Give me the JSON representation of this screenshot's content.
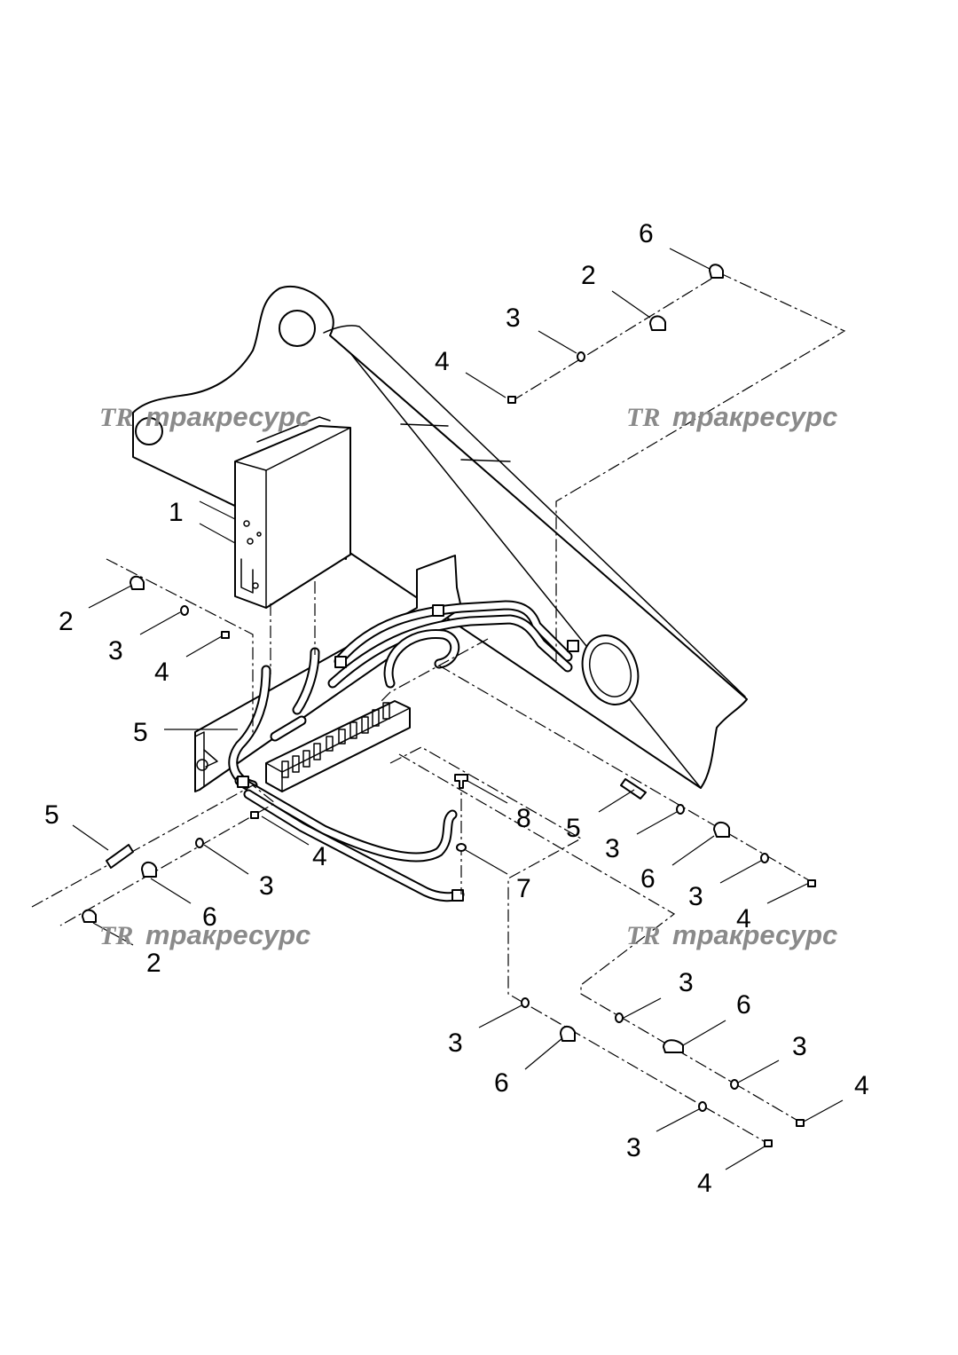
{
  "diagram": {
    "callouts": [
      {
        "id": "c6-top",
        "text": "6"
      },
      {
        "id": "c2-top",
        "text": "2"
      },
      {
        "id": "c3-top",
        "text": "3"
      },
      {
        "id": "c4-top",
        "text": "4"
      },
      {
        "id": "c1",
        "text": "1"
      },
      {
        "id": "c2-left",
        "text": "2"
      },
      {
        "id": "c3-left",
        "text": "3"
      },
      {
        "id": "c4-left",
        "text": "4"
      },
      {
        "id": "c5-left",
        "text": "5"
      },
      {
        "id": "c5-lower",
        "text": "5"
      },
      {
        "id": "c4-mid",
        "text": "4"
      },
      {
        "id": "c3-mid",
        "text": "3"
      },
      {
        "id": "c6-lower",
        "text": "6"
      },
      {
        "id": "c2-lower",
        "text": "2"
      },
      {
        "id": "c8",
        "text": "8"
      },
      {
        "id": "c7",
        "text": "7"
      },
      {
        "id": "c5-right",
        "text": "5"
      },
      {
        "id": "c3-right-a",
        "text": "3"
      },
      {
        "id": "c6-right",
        "text": "6"
      },
      {
        "id": "c3-right-b",
        "text": "3"
      },
      {
        "id": "c4-right",
        "text": "4"
      },
      {
        "id": "c3-bottom-a",
        "text": "3"
      },
      {
        "id": "c6-bottom-a",
        "text": "6"
      },
      {
        "id": "c3-bottom-b",
        "text": "3"
      },
      {
        "id": "c4-bottom-a",
        "text": "4"
      },
      {
        "id": "c3-bottom-c",
        "text": "3"
      },
      {
        "id": "c6-bottom-b",
        "text": "6"
      },
      {
        "id": "c3-bottom-d",
        "text": "3"
      },
      {
        "id": "c4-bottom-b",
        "text": "4"
      }
    ]
  },
  "watermark": {
    "logo": "TR",
    "text": "тракресурс"
  }
}
